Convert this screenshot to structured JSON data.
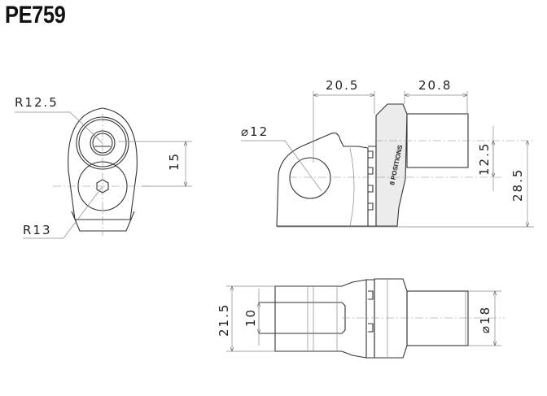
{
  "title": "PE759",
  "front_view": {
    "radius_top": "R12.5",
    "radius_bottom": "R13",
    "center_distance": "15"
  },
  "side_view": {
    "width_body": "20.5",
    "width_pin": "20.8",
    "hole_diameter": "⌀12",
    "offset": "12.5",
    "height": "28.5",
    "marking": "8 POSITIONS"
  },
  "bottom_view": {
    "height": "21.5",
    "slot_width": "10",
    "pin_diameter": "⌀18"
  }
}
